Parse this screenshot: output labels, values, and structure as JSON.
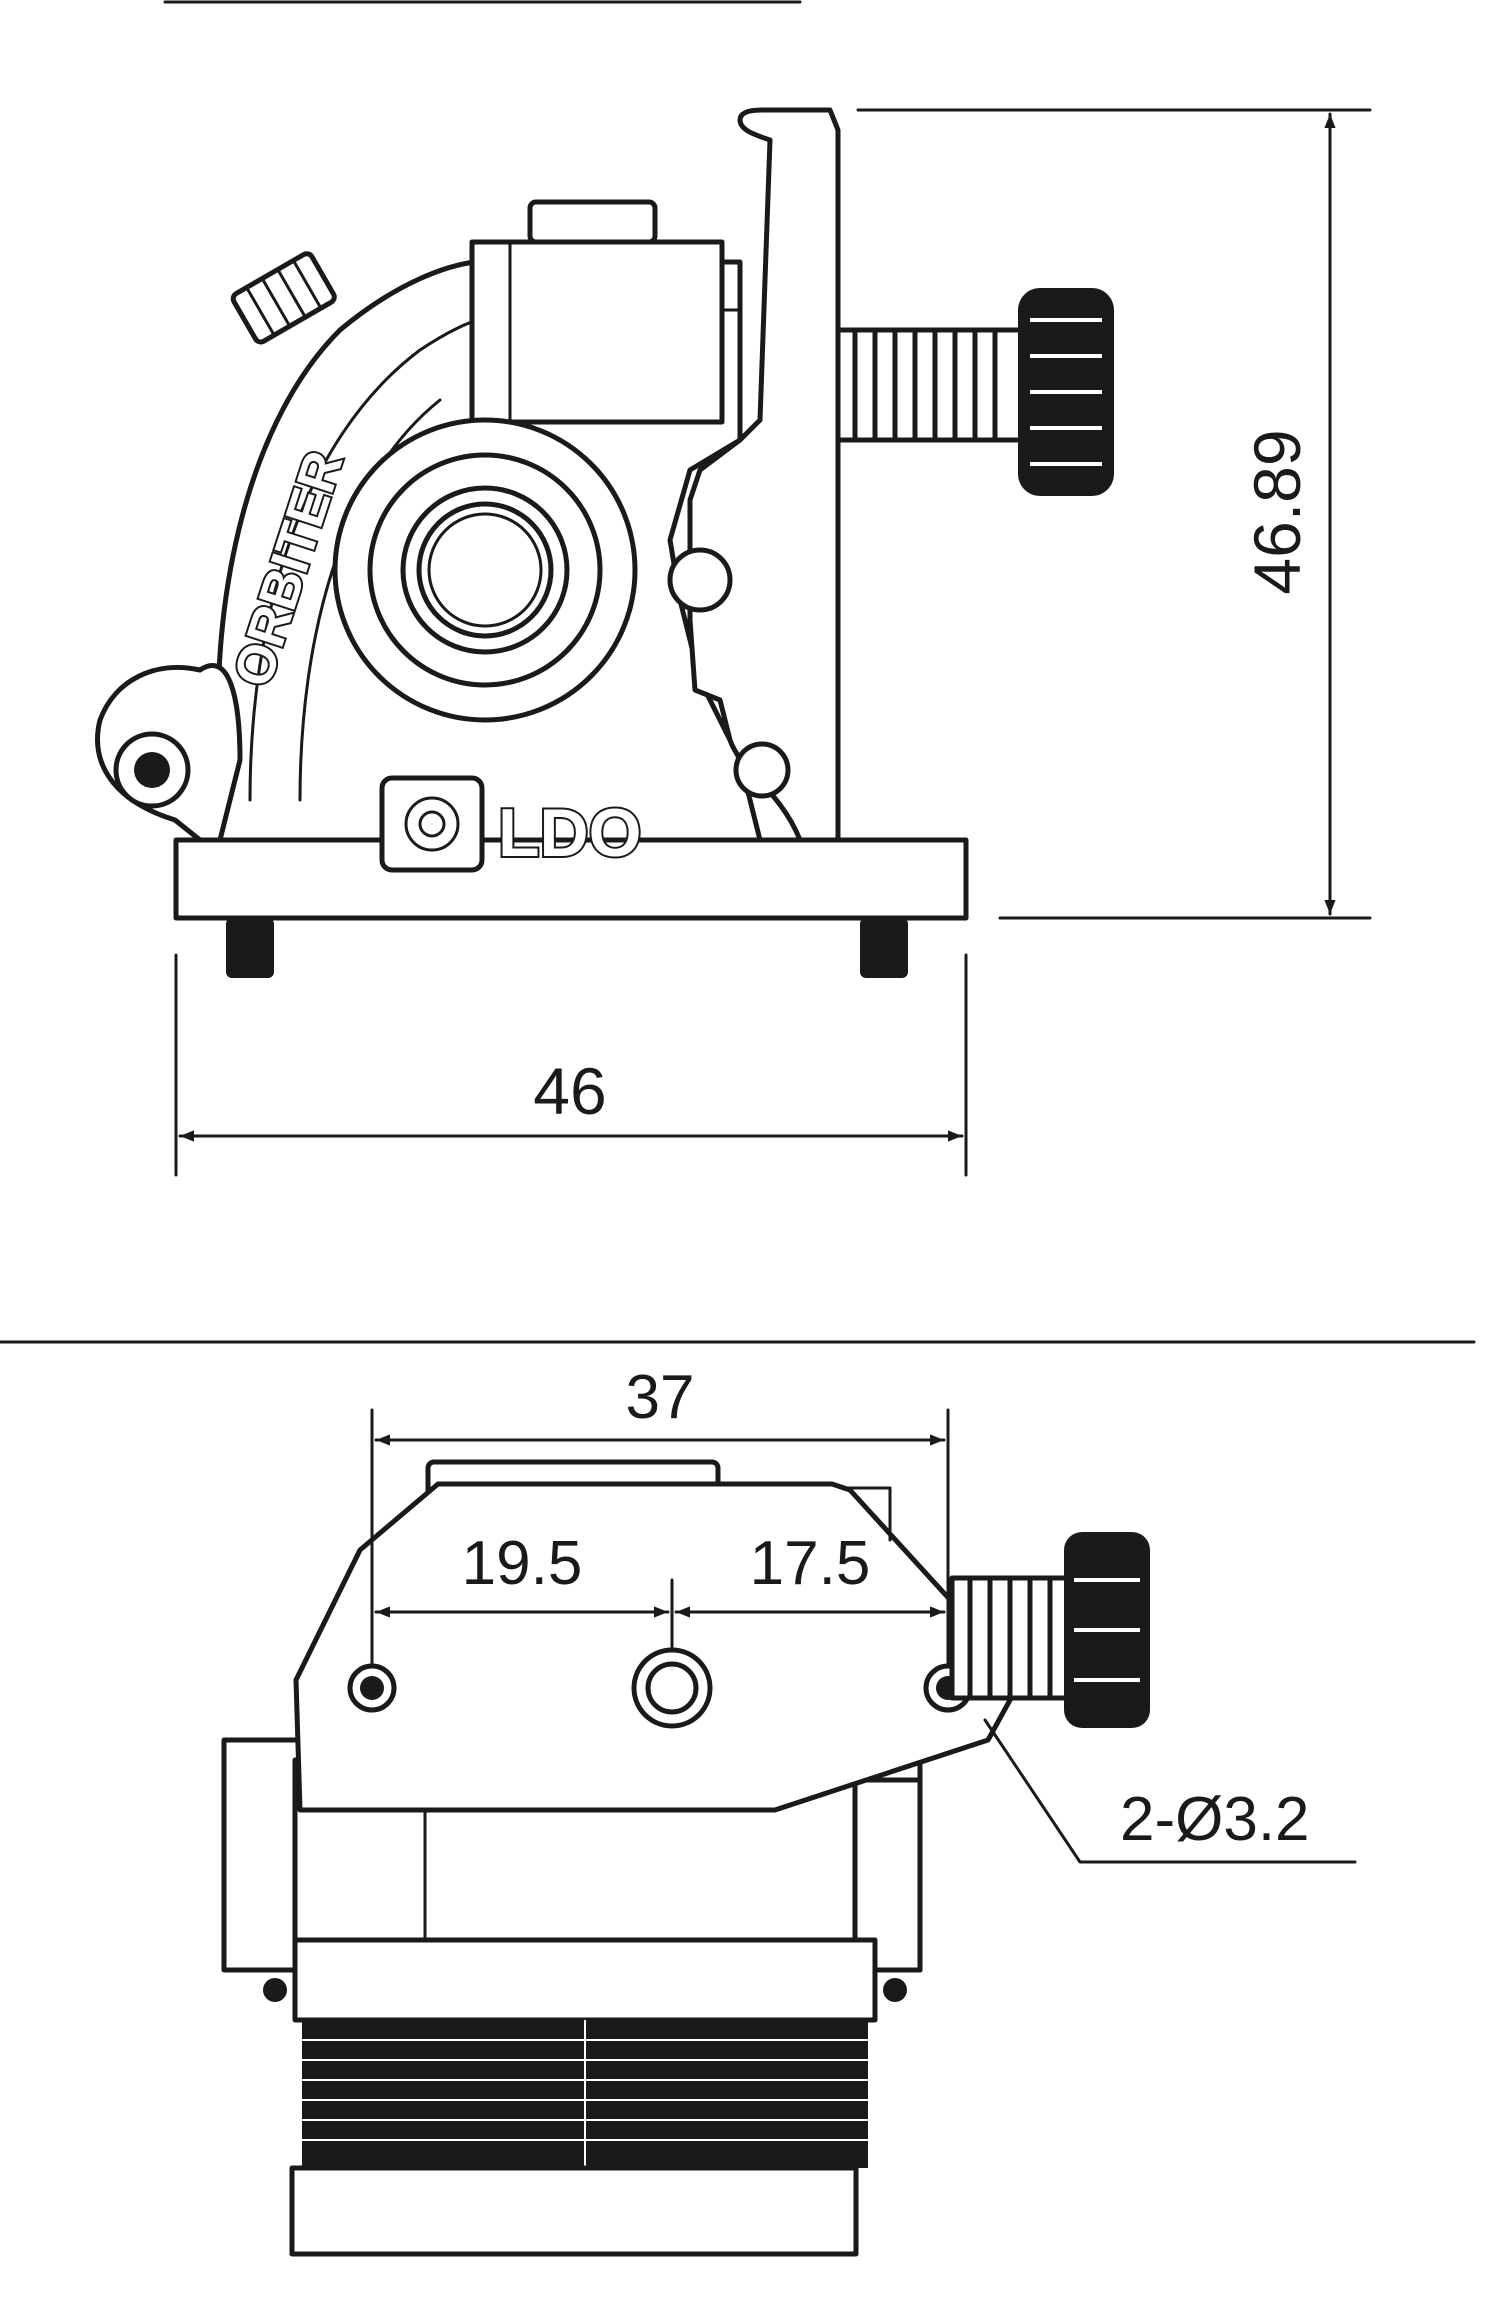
{
  "side_view": {
    "brand_label": "ORBITER",
    "maker_label": "LDO",
    "dim_height": "46.89",
    "dim_width": "46"
  },
  "bottom_view": {
    "dim_hole_span": "37",
    "dim_left": "19.5",
    "dim_right": "17.5",
    "dim_hole_callout": "2-Ø3.2"
  }
}
